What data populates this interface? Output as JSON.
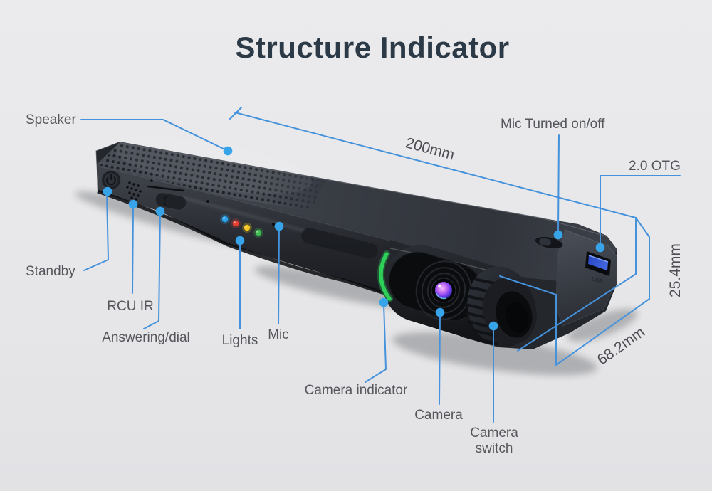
{
  "title": "Structure Indicator",
  "labels": {
    "speaker": "Speaker",
    "standby": "Standby",
    "rcu_ir": "RCU IR",
    "answering_dial": "Answering/dial",
    "lights": "Lights",
    "mic": "Mic",
    "camera_indicator": "Camera indicator",
    "camera": "Camera",
    "camera_switch_1": "Camera",
    "camera_switch_2": "switch",
    "mic_on_off": "Mic Turned on/off",
    "otg": "2.0 OTG"
  },
  "dimensions": {
    "length": "200mm",
    "height": "25.4mm",
    "depth": "68.2mm"
  },
  "device": {
    "usb_label": "USB"
  },
  "colors": {
    "callout_blue": "#4592dc",
    "callout_dot_blue": "#37a3e9",
    "led_blue": "#2ba2ea",
    "led_red": "#e73f31",
    "led_yellow": "#f4c41f",
    "led_green": "#3fbb52",
    "camera_indicator_green": "#2ecf58",
    "usb_port_blue": "#3254d6",
    "title_color": "#2c3946",
    "label_gray": "#55575c"
  }
}
